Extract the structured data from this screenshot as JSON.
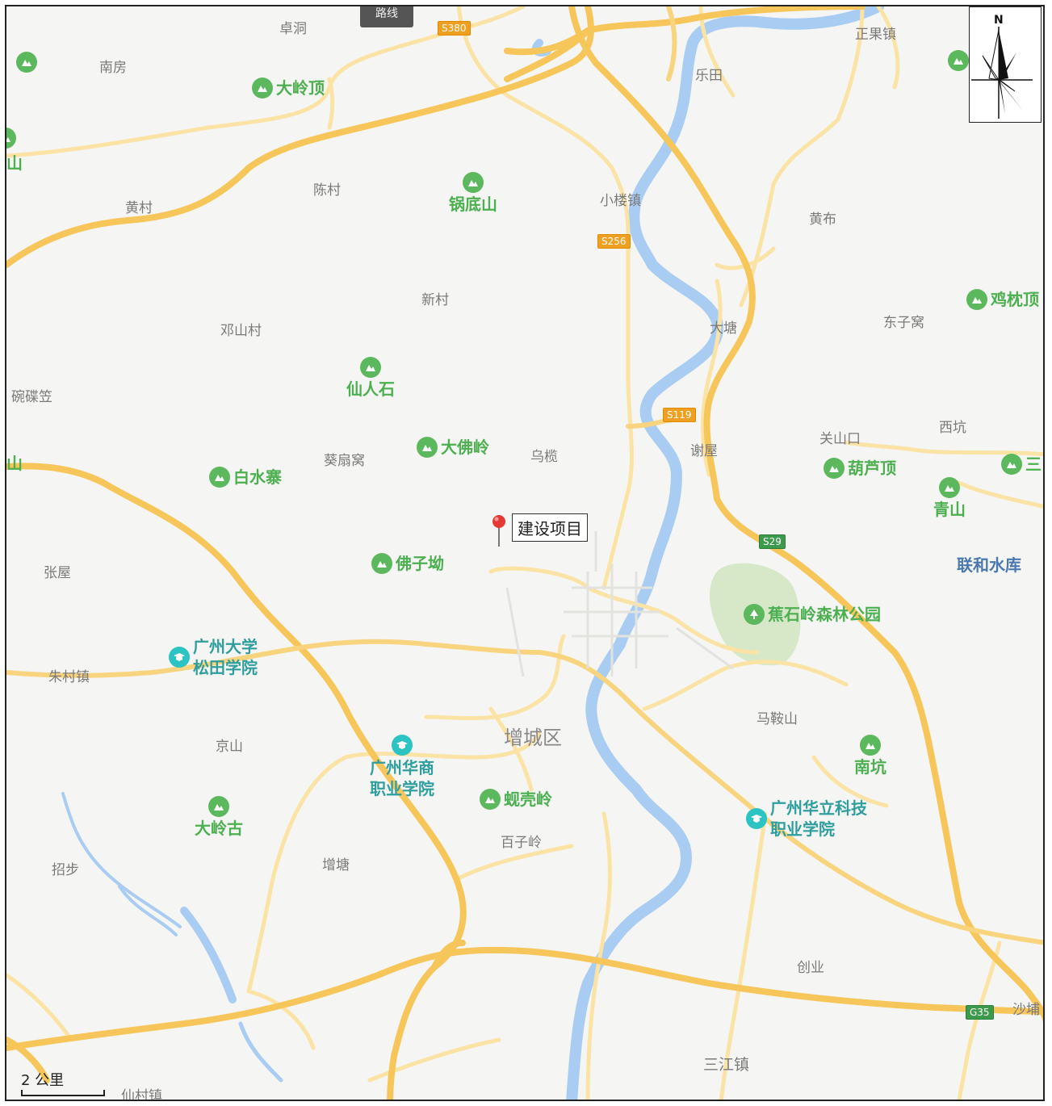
{
  "top_tab": "路线",
  "project_label": "建设项目",
  "district": "增城区",
  "reservoir": "联和水库",
  "scale_label": "2 公里",
  "compass_letter": "N",
  "colors": {
    "road_major": "#f7c65a",
    "road_minor": "#fbe3a5",
    "water": "#a9cdf2",
    "park": "#d6e8c8",
    "poi_green": "#5cb85c",
    "school": "#2cc3c3"
  },
  "shields": [
    {
      "id": "s380",
      "text": "S380",
      "type": "provincial"
    },
    {
      "id": "s256",
      "text": "S256",
      "type": "provincial"
    },
    {
      "id": "s119",
      "text": "S119",
      "type": "provincial"
    },
    {
      "id": "s29",
      "text": "S29",
      "type": "expressway"
    },
    {
      "id": "g35",
      "text": "G35",
      "type": "expressway"
    }
  ],
  "places": [
    {
      "id": "zhuodong",
      "text": "卓洞"
    },
    {
      "id": "nanfang",
      "text": "南房"
    },
    {
      "id": "letian",
      "text": "乐田"
    },
    {
      "id": "zhengguo",
      "text": "正果镇"
    },
    {
      "id": "chencun",
      "text": "陈村"
    },
    {
      "id": "huangcun",
      "text": "黄村"
    },
    {
      "id": "xiaolou",
      "text": "小楼镇"
    },
    {
      "id": "huangbu",
      "text": "黄布"
    },
    {
      "id": "xincun",
      "text": "新村"
    },
    {
      "id": "dengshan",
      "text": "邓山村"
    },
    {
      "id": "dongziwo",
      "text": "东子窝"
    },
    {
      "id": "datang",
      "text": "大塘"
    },
    {
      "id": "wandie",
      "text": "碗碟笠"
    },
    {
      "id": "kuishan",
      "text": "葵扇窝"
    },
    {
      "id": "wulan",
      "text": "乌榄"
    },
    {
      "id": "xiewu",
      "text": "谢屋"
    },
    {
      "id": "guanshan",
      "text": "关山口"
    },
    {
      "id": "xikeng",
      "text": "西坑"
    },
    {
      "id": "zhangwu",
      "text": "张屋"
    },
    {
      "id": "zhucun",
      "text": "朱村镇"
    },
    {
      "id": "maanshan",
      "text": "马鞍山"
    },
    {
      "id": "jingshan",
      "text": "京山"
    },
    {
      "id": "baiziling",
      "text": "百子岭"
    },
    {
      "id": "zhaobu",
      "text": "招步"
    },
    {
      "id": "zengtang",
      "text": "增塘"
    },
    {
      "id": "chuangye",
      "text": "创业"
    },
    {
      "id": "sanjiang",
      "text": "三江镇"
    },
    {
      "id": "xiancun",
      "text": "仙村镇"
    },
    {
      "id": "shapu",
      "text": "沙埔"
    }
  ],
  "pois": [
    {
      "id": "dalingding",
      "text": "大岭顶"
    },
    {
      "id": "guodishan",
      "text": "锅底山"
    },
    {
      "id": "xianrenshi",
      "text": "仙人石"
    },
    {
      "id": "dafoling",
      "text": "大佛岭"
    },
    {
      "id": "baishuizhai",
      "text": "白水寨"
    },
    {
      "id": "foziao",
      "text": "佛子坳"
    },
    {
      "id": "huluding",
      "text": "葫芦顶"
    },
    {
      "id": "qingshan",
      "text": "青山"
    },
    {
      "id": "jizhending",
      "text": "鸡枕顶"
    },
    {
      "id": "jiaoshiling",
      "text": "蕉石岭森林公园"
    },
    {
      "id": "nankeng",
      "text": "南坑"
    },
    {
      "id": "xianqiaoling",
      "text": "蚬壳岭"
    },
    {
      "id": "dalinggu",
      "text": "大岭古"
    },
    {
      "id": "edge_shan_top",
      "text": "山"
    },
    {
      "id": "edge_shan_mid",
      "text": "山"
    },
    {
      "id": "edge_san",
      "text": "三"
    }
  ],
  "schools": [
    {
      "id": "gzu_songtian",
      "line1": "广州大学",
      "line2": "松田学院"
    },
    {
      "id": "gz_huashang",
      "line1": "广州华商",
      "line2": "职业学院"
    },
    {
      "id": "gz_huali",
      "line1": "广州华立科技",
      "line2": "职业学院"
    }
  ]
}
